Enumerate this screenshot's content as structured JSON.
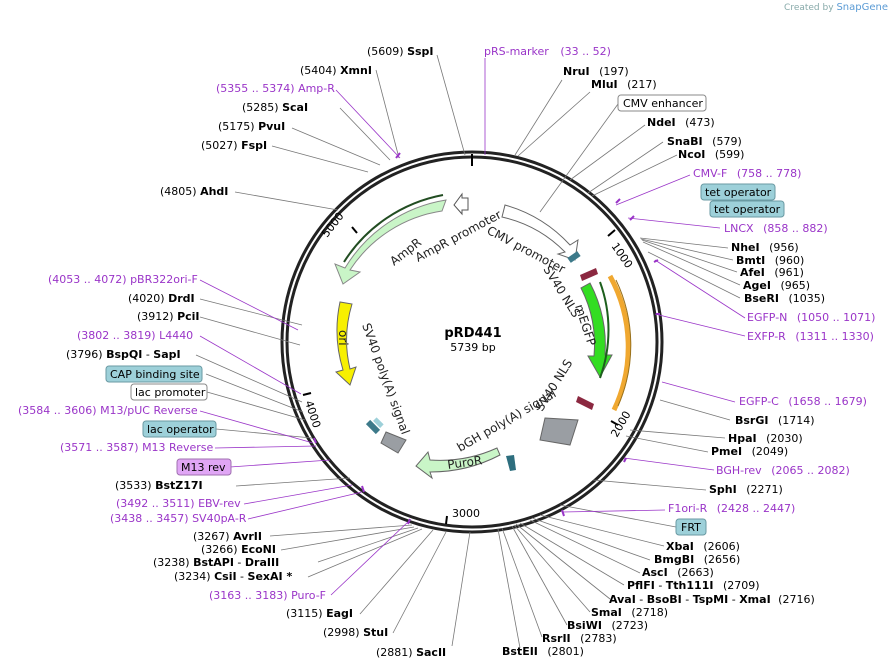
{
  "brand": {
    "prefix": "Created by",
    "name": "SnapGene"
  },
  "plasmid": {
    "name": "pRD441",
    "size": "5739 bp"
  },
  "ticks": [
    "1000",
    "2000",
    "3000",
    "4000",
    "5000"
  ],
  "features": [
    {
      "name": "AmpR promoter"
    },
    {
      "name": "AmpR"
    },
    {
      "name": "ori"
    },
    {
      "name": "SV40 poly(A) signal"
    },
    {
      "name": "PuroR"
    },
    {
      "name": "bGH poly(A) signal"
    },
    {
      "name": "SV40 NLS"
    },
    {
      "name": "mEGFP"
    },
    {
      "name": "SV40 NLS"
    },
    {
      "name": "CMV promoter"
    }
  ],
  "labels": [
    {
      "pos": "(5609)",
      "name": "SspI"
    },
    {
      "name": "pRS-marker",
      "range": "(33 .. 52)"
    },
    {
      "pos": "(5404)",
      "name": "XmnI"
    },
    {
      "name": "NruI",
      "pos": "(197)"
    },
    {
      "range": "(5355 .. 5374)",
      "name": "Amp-R"
    },
    {
      "name": "MluI",
      "pos": "(217)"
    },
    {
      "pos": "(5285)",
      "name": "ScaI"
    },
    {
      "name": "CMV enhancer"
    },
    {
      "pos": "(5175)",
      "name": "PvuI"
    },
    {
      "name": "NdeI",
      "pos": "(473)"
    },
    {
      "pos": "(5027)",
      "name": "FspI"
    },
    {
      "name": "SnaBI",
      "pos": "(579)"
    },
    {
      "name": "NcoI",
      "pos": "(599)"
    },
    {
      "name": "CMV-F",
      "range": "(758 .. 778)"
    },
    {
      "pos": "(4805)",
      "name": "AhdI"
    },
    {
      "name": "tet operator"
    },
    {
      "name": "tet operator"
    },
    {
      "name": "LNCX",
      "range": "(858 .. 882)"
    },
    {
      "name": "NheI",
      "pos": "(956)"
    },
    {
      "name": "BmtI",
      "pos": "(960)"
    },
    {
      "name": "AfeI",
      "pos": "(961)"
    },
    {
      "name": "AgeI",
      "pos": "(965)"
    },
    {
      "range": "(4053 .. 4072)",
      "name": "pBR322ori-F"
    },
    {
      "name": "BseRI",
      "pos": "(1035)"
    },
    {
      "pos": "(4020)",
      "name": "DrdI"
    },
    {
      "pos": "(3912)",
      "name": "PciI"
    },
    {
      "name": "EGFP-N",
      "range": "(1050 .. 1071)"
    },
    {
      "range": "(3802 .. 3819)",
      "name": "L4440"
    },
    {
      "name": "EXFP-R",
      "range": "(1311 .. 1330)"
    },
    {
      "pos": "(3796)",
      "name": "BspQI",
      "name2": "SapI"
    },
    {
      "name": "CAP binding site"
    },
    {
      "name": "lac promoter"
    },
    {
      "name": "EGFP-C",
      "range": "(1658 .. 1679)"
    },
    {
      "range": "(3584 .. 3606)",
      "name": "M13/pUC Reverse"
    },
    {
      "name": "BsrGI",
      "pos": "(1714)"
    },
    {
      "name": "lac operator"
    },
    {
      "name": "HpaI",
      "pos": "(2030)"
    },
    {
      "range": "(3571 .. 3587)",
      "name": "M13 Reverse"
    },
    {
      "name": "PmeI",
      "pos": "(2049)"
    },
    {
      "name": "M13 rev"
    },
    {
      "name": "BGH-rev",
      "range": "(2065 .. 2082)"
    },
    {
      "pos": "(3533)",
      "name": "BstZ17I"
    },
    {
      "name": "SphI",
      "pos": "(2271)"
    },
    {
      "range": "(3492 .. 3511)",
      "name": "EBV-rev"
    },
    {
      "name": "F1ori-R",
      "range": "(2428 .. 2447)"
    },
    {
      "range": "(3438 .. 3457)",
      "name": "SV40pA-R"
    },
    {
      "name": "FRT"
    },
    {
      "pos": "(3267)",
      "name": "AvrII"
    },
    {
      "name": "XbaI",
      "pos": "(2606)"
    },
    {
      "pos": "(3266)",
      "name": "EcoNI"
    },
    {
      "name": "BmgBI",
      "pos": "(2656)"
    },
    {
      "pos": "(3238)",
      "name": "BstAPI",
      "name2": "DraIII"
    },
    {
      "name": "AscI",
      "pos": "(2663)"
    },
    {
      "pos": "(3234)",
      "name": "CsiI",
      "name2": "SexAI *"
    },
    {
      "name": "PflFI",
      "name2": "Tth111I",
      "pos": "(2709)"
    },
    {
      "name": "AvaI",
      "name2": "BsoBI",
      "name3": "TspMI",
      "name4": "XmaI",
      "pos": "(2716)"
    },
    {
      "range": "(3163 .. 3183)",
      "name": "Puro-F"
    },
    {
      "name": "SmaI",
      "pos": "(2718)"
    },
    {
      "pos": "(3115)",
      "name": "EagI"
    },
    {
      "name": "BsiWI",
      "pos": "(2723)"
    },
    {
      "pos": "(2998)",
      "name": "StuI"
    },
    {
      "name": "RsrII",
      "pos": "(2783)"
    },
    {
      "pos": "(2881)",
      "name": "SacII"
    },
    {
      "name": "BstEII",
      "pos": "(2801)"
    }
  ],
  "colors": {
    "primer": "#9a35c8",
    "ampr": "#c9f5c7",
    "mEGFP": "#33dd22",
    "ori": "#f7f000",
    "tet": "#9dd0d9",
    "m13": "#e0a6f5"
  }
}
